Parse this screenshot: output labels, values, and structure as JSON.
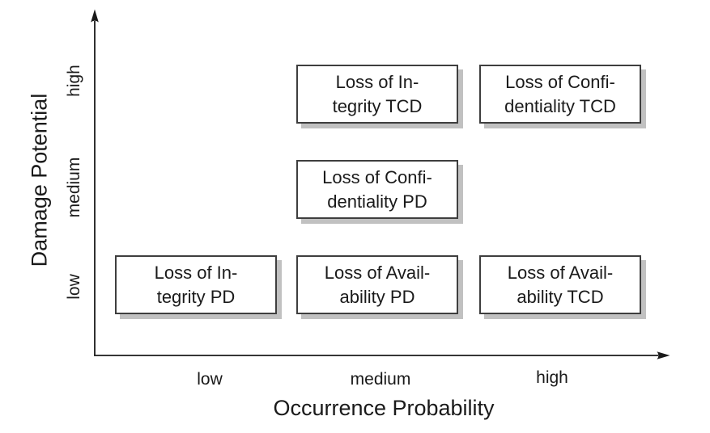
{
  "figure": {
    "background_color": "#ffffff",
    "axis_color": "#1a1a1a",
    "box_border_color": "#3e3e3e",
    "box_shadow_color": "#c1c1c1",
    "text_color": "#1a1a1a"
  },
  "x_axis": {
    "label": "Occurrence Probability",
    "ticks": [
      "low",
      "medium",
      "high"
    ]
  },
  "y_axis": {
    "label": "Damage Potential",
    "ticks": [
      "low",
      "medium",
      "high"
    ]
  },
  "boxes": [
    {
      "x": "medium",
      "y": "high",
      "line1": "Loss of In-",
      "line2": "tegrity TCD"
    },
    {
      "x": "high",
      "y": "high",
      "line1": "Loss of Confi-",
      "line2": "dentiality TCD"
    },
    {
      "x": "medium",
      "y": "medium",
      "line1": "Loss of Confi-",
      "line2": "dentiality PD"
    },
    {
      "x": "low",
      "y": "low",
      "line1": "Loss of In-",
      "line2": "tegrity PD"
    },
    {
      "x": "medium",
      "y": "low",
      "line1": "Loss of Avail-",
      "line2": "ability PD"
    },
    {
      "x": "high",
      "y": "low",
      "line1": "Loss of Avail-",
      "line2": "ability TCD"
    }
  ],
  "chart_data": {
    "type": "scatter",
    "title": "",
    "xlabel": "Occurrence Probability",
    "ylabel": "Damage Potential",
    "x_categories": [
      "low",
      "medium",
      "high"
    ],
    "y_categories": [
      "low",
      "medium",
      "high"
    ],
    "grid": false,
    "legend": false,
    "points": [
      {
        "x": "medium",
        "y": "high",
        "label": "Loss of Integrity TCD"
      },
      {
        "x": "high",
        "y": "high",
        "label": "Loss of Confidentiality TCD"
      },
      {
        "x": "medium",
        "y": "medium",
        "label": "Loss of Confidentiality PD"
      },
      {
        "x": "low",
        "y": "low",
        "label": "Loss of Integrity PD"
      },
      {
        "x": "medium",
        "y": "low",
        "label": "Loss of Availability PD"
      },
      {
        "x": "high",
        "y": "low",
        "label": "Loss of Availability TCD"
      }
    ]
  }
}
